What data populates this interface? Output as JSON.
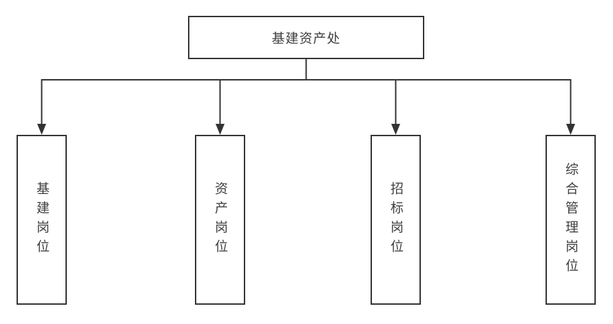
{
  "diagram": {
    "type": "org-chart",
    "root": {
      "label": "基建资产处"
    },
    "children": [
      {
        "label": "基建岗位"
      },
      {
        "label": "资产岗位"
      },
      {
        "label": "招标岗位"
      },
      {
        "label": "综合管理岗位"
      }
    ],
    "colors": {
      "line": "#333333",
      "border": "#333333",
      "text": "#404040",
      "background": "#ffffff"
    }
  }
}
